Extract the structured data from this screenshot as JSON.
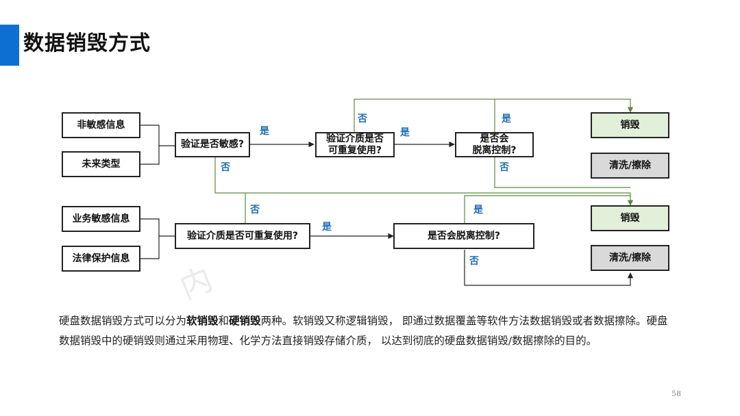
{
  "title": "数据销毁方式",
  "watermark": "内",
  "page_number": "58",
  "colors": {
    "accent": "#0e6fd2",
    "label_blue": "#1f6fb8",
    "green_box": "#e2efd9",
    "gray_box": "#d9d9d9",
    "green_line": "#5a8a3c"
  },
  "flow1": {
    "input_a": "非敏感信息",
    "input_b": "未来类型",
    "q1": "验证是否敏感?",
    "q2_line1": "验证介质是否",
    "q2_line2": "可重复使用?",
    "q3_line1": "是否会",
    "q3_line2": "脱离控制?",
    "out_destroy": "销毁",
    "out_clean": "清洗/擦除",
    "lbl_q1_yes": "是",
    "lbl_q1_no": "否",
    "lbl_q2_yes": "是",
    "lbl_q2_no": "否",
    "lbl_q3_yes": "是",
    "lbl_q3_no": "否"
  },
  "flow2": {
    "input_a": "业务敏感信息",
    "input_b": "法律保护信息",
    "q1": "验证介质是否可重复使用?",
    "q2": "是否会脱离控制?",
    "out_destroy": "销毁",
    "out_clean": "清洗/擦除",
    "lbl_q1_yes": "是",
    "lbl_q1_no": "否",
    "lbl_q2_yes": "是",
    "lbl_q2_no": "否"
  },
  "body": {
    "p1": "硬盘数据销毁方式可以分为",
    "b1": "软销毁",
    "p2": "和",
    "b2": "硬销毁",
    "p3": "两种。软销毁又称逻辑销毁， 即通过数据覆盖等软件方法数据销毁或者数据擦除。硬盘数据销毁中的硬销毁则通过采用物理、化学方法直接销毁存储介质， 以达到彻底的硬盘数据销毁/数据擦除的目的。"
  }
}
